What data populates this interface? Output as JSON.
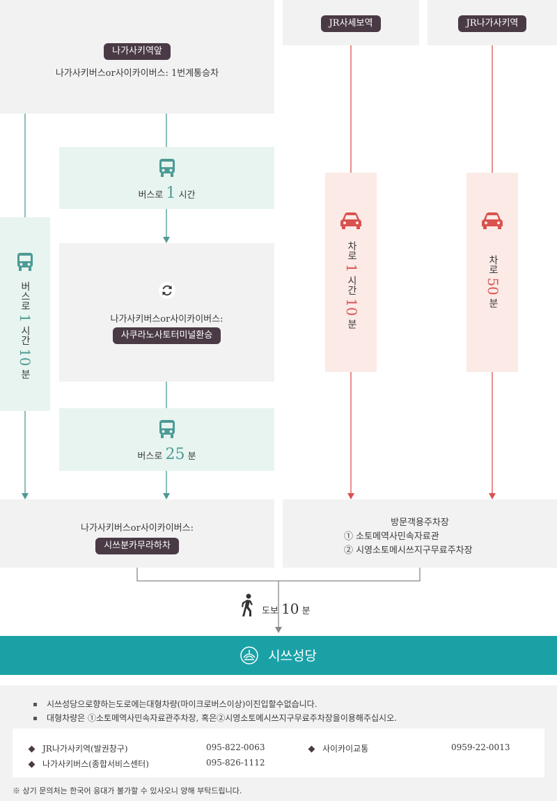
{
  "origin_nagasaki": {
    "badge": "나가사키역앞",
    "route": "나가사키버스or사이카이버스: 1번계통승차"
  },
  "origin_sasebo": {
    "badge": "JR사세보역"
  },
  "origin_jr_nagasaki": {
    "badge": "JR나가사키역"
  },
  "bus_1h": {
    "prefix": "버스로",
    "number": "1",
    "suffix": "시간"
  },
  "bus_direct": {
    "prefix": "버스로",
    "number1": "1",
    "mid": "시간",
    "number2": "10",
    "suffix": "분"
  },
  "transfer": {
    "label": "나가사키버스or사이카이버스:",
    "badge": "사쿠라노사토터미널환승"
  },
  "bus_25": {
    "prefix": "버스로",
    "number": "25",
    "suffix": "분"
  },
  "car_sasebo": {
    "prefix": "차로",
    "number1": "1",
    "mid": "시간",
    "number2": "10",
    "suffix": "분"
  },
  "car_nagasaki": {
    "prefix": "차로",
    "number": "50",
    "suffix": "분"
  },
  "dest_bus": {
    "label": "나가사키버스or사이카이버스:",
    "badge": "시쓰분카무라하차"
  },
  "dest_parking": {
    "title": "방문객용주차장",
    "item1": "① 소토메역사민속자료관",
    "item2": "② 시영소토메시쓰지구무료주차장"
  },
  "walk": {
    "prefix": "도보",
    "number": "10",
    "suffix": "분"
  },
  "destination": {
    "name": "시쓰성당"
  },
  "notes": [
    "시쓰성당으로향하는도로에는대형차량(마이크로버스이상)이진입할수없습니다.",
    "대형차량은 ①소토메역사민속자료관주차장, 혹은②시영소토메시쓰지구무료주차장을이용해주십시오."
  ],
  "contacts": [
    {
      "name": "JR나가사키역(발권창구)",
      "phone": "095-822-0063"
    },
    {
      "name": "나가사키버스(종합서비스센터)",
      "phone": "095-826-1112"
    },
    {
      "name": "사이카이교통",
      "phone": "0959-22-0013"
    }
  ],
  "footnote": "※ 상기 문의처는 한국어 응대가 불가할 수 있사오니 양해 부탁드립니다.",
  "colors": {
    "teal": "#4c9a95",
    "red": "#d9534f",
    "bar": "#1aa1a6",
    "badge": "#4a3a45"
  }
}
